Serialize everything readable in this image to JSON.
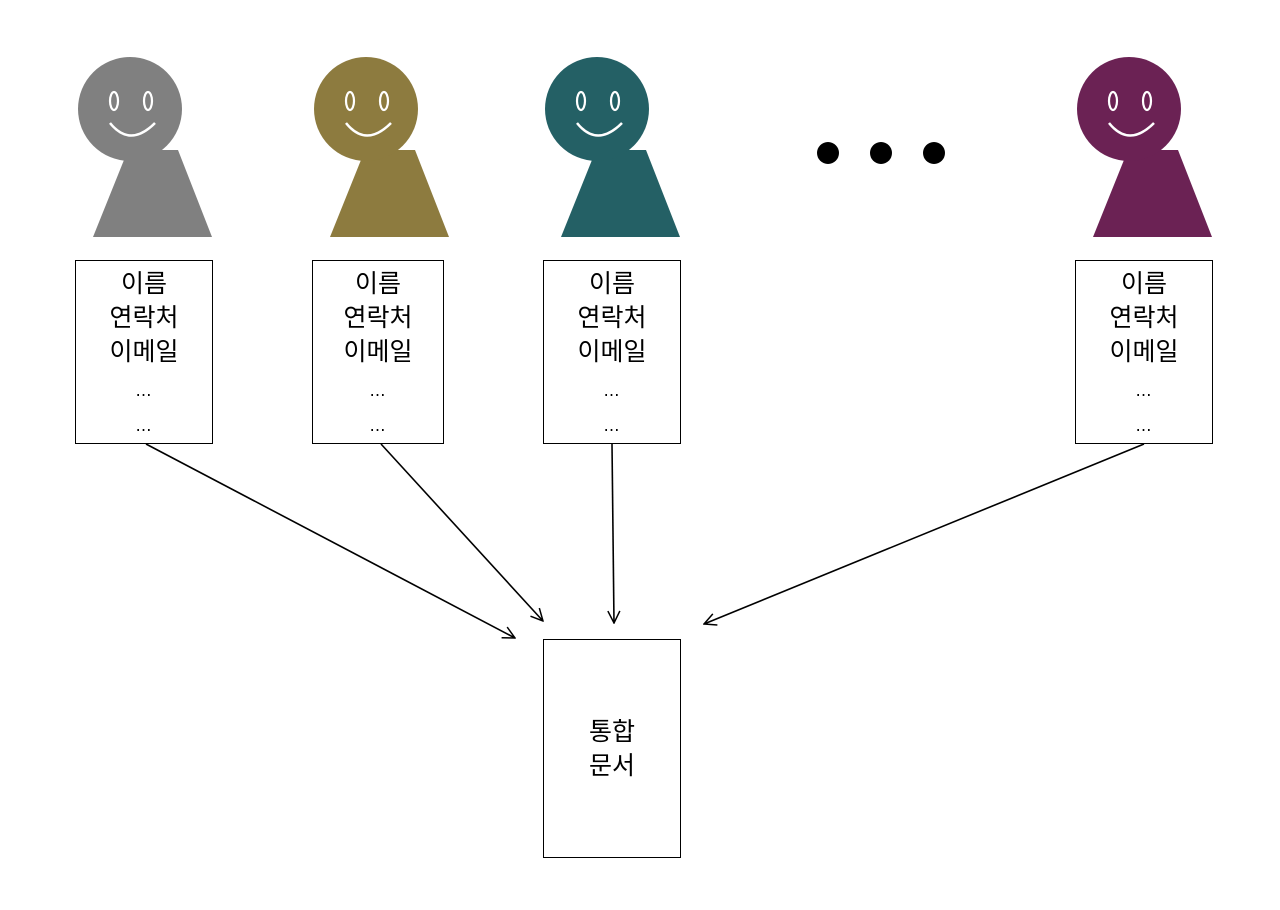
{
  "people": [
    {
      "color": "#808080",
      "icon": "person-icon"
    },
    {
      "color": "#8d7b3f",
      "icon": "person-icon"
    },
    {
      "color": "#246065",
      "icon": "person-icon"
    },
    {
      "color": "#6b2254",
      "icon": "person-icon"
    }
  ],
  "cards": [
    {
      "lines": [
        "이름",
        "연락처",
        "이메일"
      ],
      "dots": [
        "…",
        "…"
      ]
    },
    {
      "lines": [
        "이름",
        "연락처",
        "이메일"
      ],
      "dots": [
        "…",
        "…"
      ]
    },
    {
      "lines": [
        "이름",
        "연락처",
        "이메일"
      ],
      "dots": [
        "…",
        "…"
      ]
    },
    {
      "lines": [
        "이름",
        "연락처",
        "이메일"
      ],
      "dots": [
        "…",
        "…"
      ]
    }
  ],
  "ellipsis_icon": "ellipsis-icon",
  "merged_document": {
    "lines": [
      "통합",
      "문서"
    ]
  }
}
